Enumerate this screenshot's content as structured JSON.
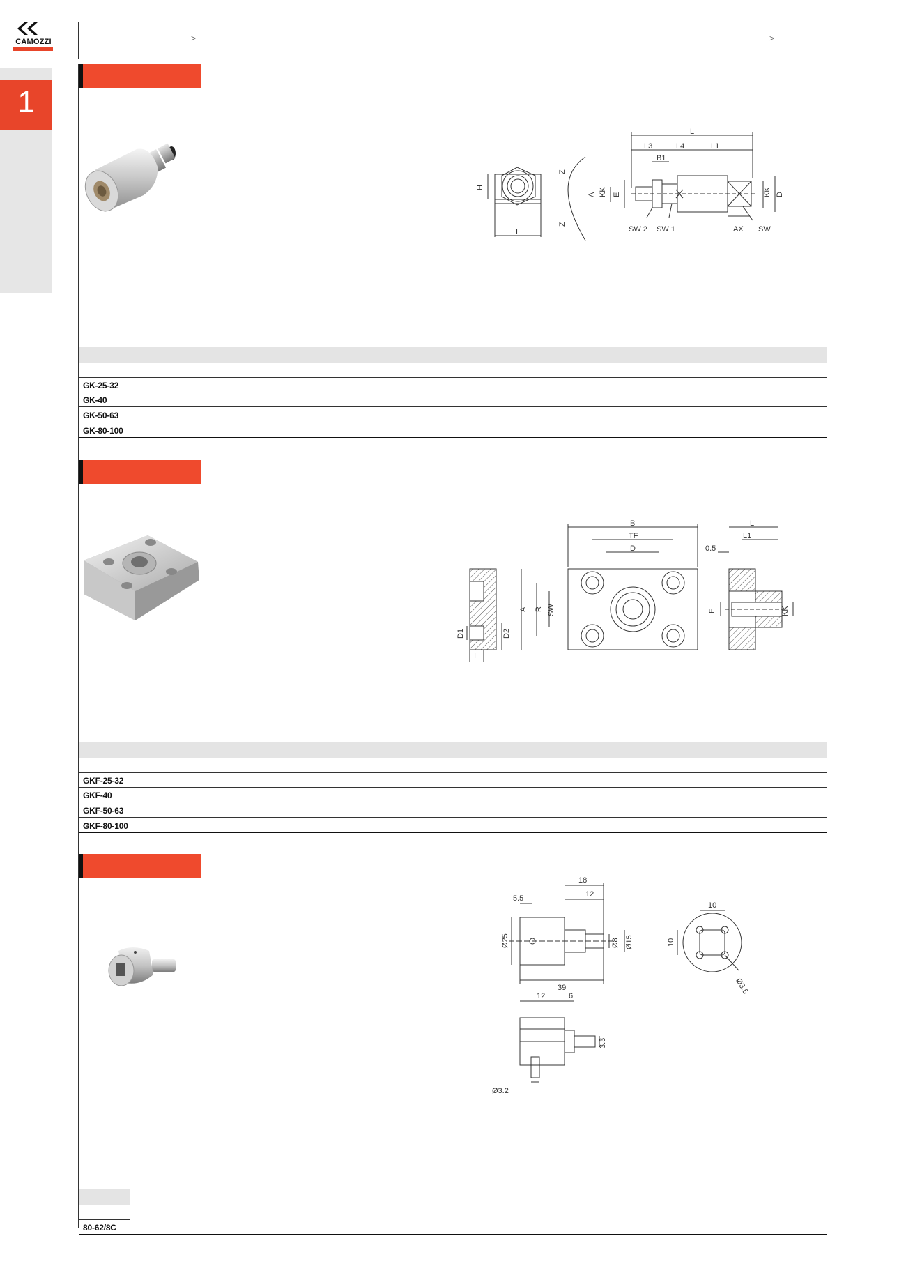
{
  "header": {
    "brand": "CAMOZZI",
    "chevron_left": ">",
    "chevron_right": ">"
  },
  "side_tab": {
    "number": "1"
  },
  "sections": [
    {
      "rows": [
        "GK-25-32",
        "GK-40",
        "GK-50-63",
        "GK-80-100"
      ],
      "drawing_labels": {
        "front": [
          "H",
          "I"
        ],
        "side": [
          "L",
          "L3",
          "L4",
          "L1",
          "B1",
          "Z",
          "Z",
          "A",
          "KK",
          "E",
          "KK",
          "D",
          "SW 2",
          "SW 1",
          "AX",
          "SW"
        ]
      }
    },
    {
      "rows": [
        "GKF-25-32",
        "GKF-40",
        "GKF-50-63",
        "GKF-80-100"
      ],
      "drawing_labels": {
        "section": [
          "D1",
          "D2",
          "I"
        ],
        "front": [
          "B",
          "TF",
          "D",
          "A",
          "R",
          "SW"
        ],
        "side": [
          "L",
          "L1",
          "0.5",
          "E",
          "KK"
        ]
      }
    },
    {
      "rows": [
        "80-62/8C"
      ],
      "drawing_labels": {
        "side": [
          "18",
          "5.5",
          "12",
          "Ø25",
          "Ø8",
          "Ø15",
          "39"
        ],
        "end": [
          "10",
          "10",
          "Ø3.5"
        ],
        "bottom": [
          "12",
          "6",
          "3.3",
          "Ø3.2"
        ]
      }
    }
  ]
}
